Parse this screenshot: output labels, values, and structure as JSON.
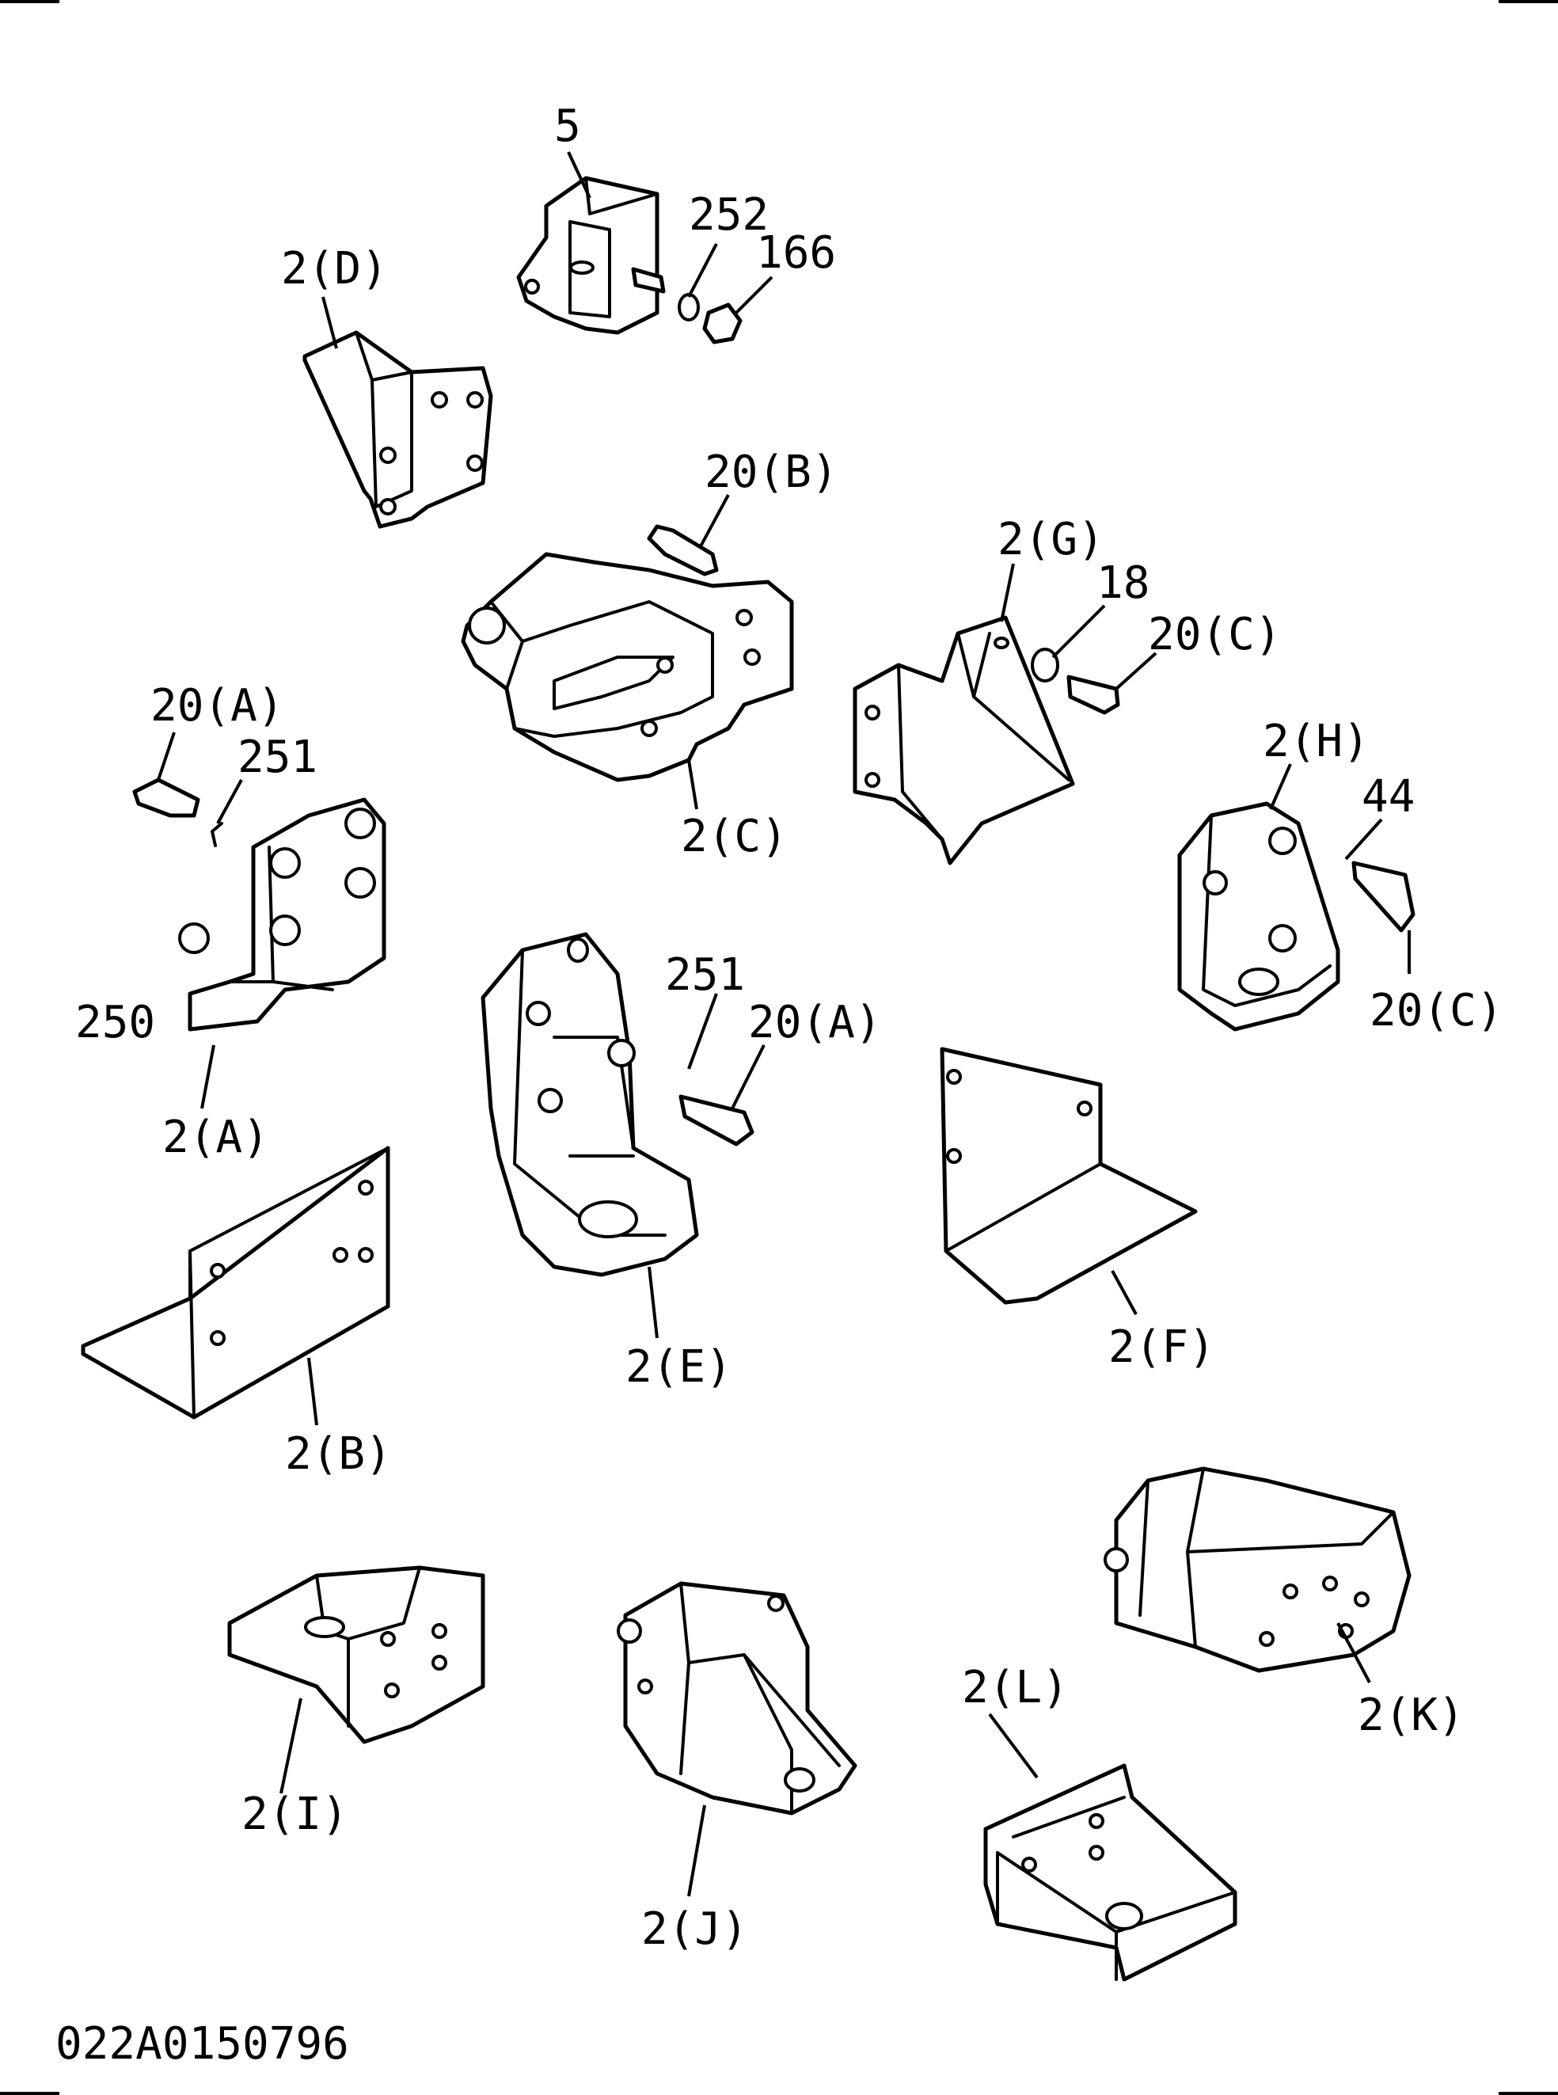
{
  "labels": {
    "p5": "5",
    "p252": "252",
    "p166": "166",
    "p2D": "2(D)",
    "p20B": "20(B)",
    "p2G": "2(G)",
    "p18": "18",
    "p20C_top": "20(C)",
    "p20A_left": "20(A)",
    "p251_left": "251",
    "p2C": "2(C)",
    "p2H": "2(H)",
    "p44": "44",
    "p250": "250",
    "p251_mid": "251",
    "p20A_mid": "20(A)",
    "p20C_right": "20(C)",
    "p2A": "2(A)",
    "p2E": "2(E)",
    "p2F": "2(F)",
    "p2B": "2(B)",
    "p2K": "2(K)",
    "p2L": "2(L)",
    "p2I": "2(I)",
    "p2J": "2(J)"
  },
  "drawing_code": "022A0150796"
}
